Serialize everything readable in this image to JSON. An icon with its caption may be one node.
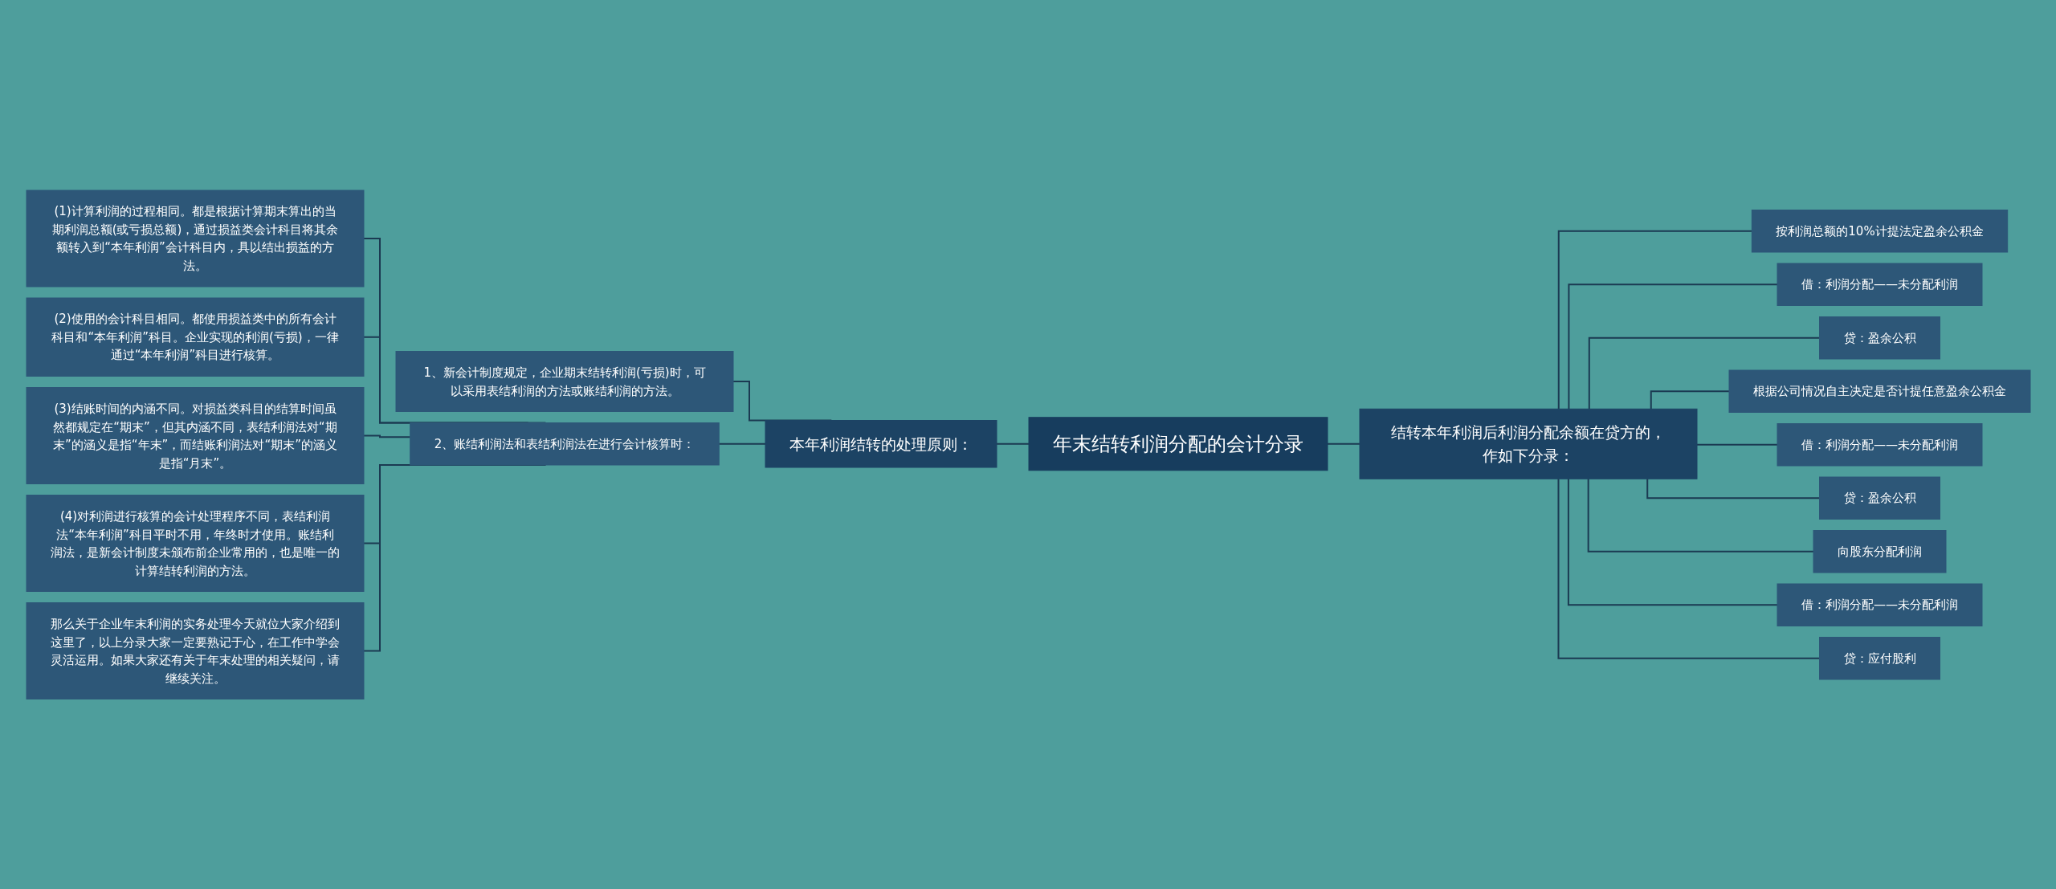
{
  "diagram": {
    "nodes": [
      {
        "text": [
          "年末结转利润分配的会计分录"
        ]
      },
      {
        "text": [
          "本年利润结转的处理原则："
        ]
      },
      {
        "text": [
          "1、新会计制度规定，企业期末结转利润(亏损)时，可以采用表结利润的方法或账结利润的方法。"
        ]
      },
      {
        "text": [
          "2、账结利润法和表结利润法在进行会计核算时："
        ]
      },
      {
        "text": [
          "(1)计算利润的过程相同。都是根据计算期末算出的当期利润总额(或亏损总额)，通过损益类会计科目将其余额转入到“本年利润”会计科目内，具以结出损益的方法。"
        ]
      },
      {
        "text": [
          "(2)使用的会计科目相同。都使用损益类中的所有会计科目和“本年利润”科目。企业实现的利润(亏损)，一律通过“本年利润”科目进行核算。"
        ]
      },
      {
        "text": [
          "(3)结账时间的内涵不同。对损益类科目的结算时间虽然都规定在“期末”，但其内涵不同，表结利润法对“期末”的涵义是指“年末”，而结账利润法对“期末”的涵义是指“月末”。"
        ]
      },
      {
        "text": [
          "(4)对利润进行核算的会计处理程序不同，表结利润法“本年利润”科目平时不用，年终时才使用。账结利润法，是新会计制度未颁布前企业常用的，也是唯一的计算结转利润的方法。"
        ]
      },
      {
        "text": [
          "那么关于企业年末利润的实务处理今天就位大家介绍到这里了，以上分录大家一定要熟记于心，在工作中学会灵活运用。如果大家还有关于年末处理的相关疑问，请继续关注。"
        ]
      },
      {
        "text": [
          "结转本年利润后利润分配余额在贷方的，作如下分录："
        ]
      },
      {
        "text": [
          "按利润总额的10%计提法定盈余公积金"
        ]
      },
      {
        "text": [
          "借：利润分配——未分配利润"
        ]
      },
      {
        "text": [
          "贷：盈余公积"
        ]
      },
      {
        "text": [
          "根据公司情况自主决定是否计提任意盈余公积金"
        ]
      },
      {
        "text": [
          "借：利润分配——未分配利润"
        ]
      },
      {
        "text": [
          "贷：盈余公积"
        ]
      },
      {
        "text": [
          "向股东分配利润"
        ]
      },
      {
        "text": [
          "借：利润分配——未分配利润"
        ]
      },
      {
        "text": [
          "贷：应付股利"
        ]
      }
    ],
    "edges": [
      {
        "from": 0,
        "to": 1,
        "arrow": "none"
      },
      {
        "from": 1,
        "to": 2,
        "arrow": "none"
      },
      {
        "from": 1,
        "to": 3,
        "arrow": "none"
      },
      {
        "from": 3,
        "to": 4,
        "arrow": "none"
      },
      {
        "from": 3,
        "to": 5,
        "arrow": "none"
      },
      {
        "from": 3,
        "to": 6,
        "arrow": "none"
      },
      {
        "from": 3,
        "to": 7,
        "arrow": "none"
      },
      {
        "from": 3,
        "to": 8,
        "arrow": "none"
      },
      {
        "from": 0,
        "to": 9,
        "arrow": "none"
      },
      {
        "from": 9,
        "to": 10,
        "arrow": "none"
      },
      {
        "from": 9,
        "to": 11,
        "arrow": "none"
      },
      {
        "from": 9,
        "to": 12,
        "arrow": "none"
      },
      {
        "from": 9,
        "to": 13,
        "arrow": "none"
      },
      {
        "from": 9,
        "to": 14,
        "arrow": "none"
      },
      {
        "from": 9,
        "to": 15,
        "arrow": "none"
      },
      {
        "from": 9,
        "to": 16,
        "arrow": "none"
      },
      {
        "from": 9,
        "to": 17,
        "arrow": "none"
      },
      {
        "from": 9,
        "to": 18,
        "arrow": "none"
      }
    ]
  }
}
